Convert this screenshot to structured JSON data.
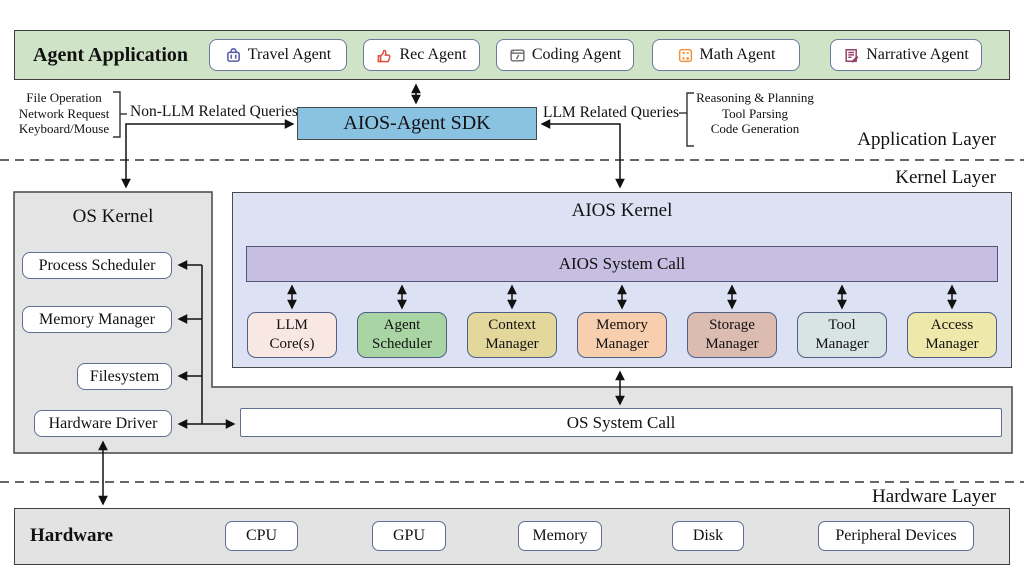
{
  "colors": {
    "green_bar": "#cfe3c6",
    "sdk_blue": "#8ac2e2",
    "aios_kernel_bg": "#dce1f3",
    "aios_syscall_bg": "#c7bfe1",
    "os_gray": "#e4e4e4",
    "hardware_bar_bg": "#e3e3e3"
  },
  "app": {
    "title": "Agent Application",
    "agents": [
      {
        "label": "Travel Agent",
        "icon": "suitcase-icon",
        "icon_color": "#585fa8"
      },
      {
        "label": "Rec Agent",
        "icon": "thumbs-up-icon",
        "icon_color": "#e0503f"
      },
      {
        "label": "Coding Agent",
        "icon": "code-window-icon",
        "icon_color": "#6f6f6f"
      },
      {
        "label": "Math Agent",
        "icon": "calculator-icon",
        "icon_color": "#f0953f"
      },
      {
        "label": "Narrative Agent",
        "icon": "document-edit-icon",
        "icon_color": "#93416a"
      }
    ],
    "sdk": "AIOS-Agent SDK",
    "left_notes": [
      "File Operation",
      "Network Request",
      "Keyboard/Mouse"
    ],
    "nonllm_label": "Non-LLM Related Queries",
    "llm_label": "LLM Related Queries",
    "right_notes": [
      "Reasoning & Planning",
      "Tool Parsing",
      "Code Generation"
    ]
  },
  "layers": {
    "application": "Application Layer",
    "kernel": "Kernel Layer",
    "hardware": "Hardware Layer"
  },
  "kernel": {
    "os": {
      "title": "OS Kernel",
      "items": [
        "Process Scheduler",
        "Memory Manager",
        "Filesystem",
        "Hardware Driver"
      ]
    },
    "aios": {
      "title": "AIOS Kernel",
      "syscall": "AIOS System Call",
      "modules": [
        {
          "line1": "LLM",
          "line2": "Core(s)",
          "color": "#f9e7e4"
        },
        {
          "line1": "Agent",
          "line2": "Scheduler",
          "color": "#a9d4a4"
        },
        {
          "line1": "Context",
          "line2": "Manager",
          "color": "#e3d79c"
        },
        {
          "line1": "Memory",
          "line2": "Manager",
          "color": "#f8cfae"
        },
        {
          "line1": "Storage",
          "line2": "Manager",
          "color": "#dcbbb1"
        },
        {
          "line1": "Tool",
          "line2": "Manager",
          "color": "#d8e4e4"
        },
        {
          "line1": "Access",
          "line2": "Manager",
          "color": "#eee9ab"
        }
      ]
    },
    "os_syscall": "OS System Call"
  },
  "hw": {
    "title": "Hardware",
    "devices": [
      "CPU",
      "GPU",
      "Memory",
      "Disk",
      "Peripheral Devices"
    ]
  }
}
